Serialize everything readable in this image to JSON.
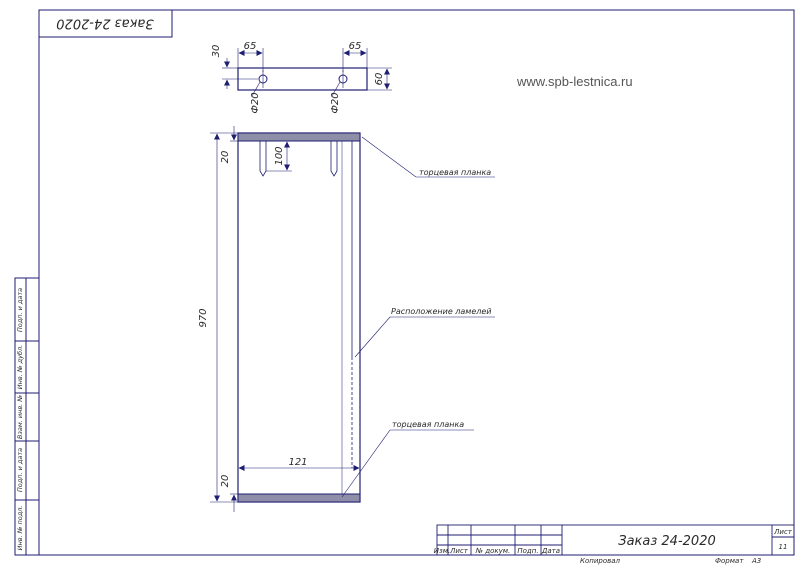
{
  "sheet": {
    "header_order": "Заказ 24-2020",
    "watermark": "www.spb-lestnica.ru",
    "colors": {
      "line": "#1e1e72",
      "fill": "#8e8ea8",
      "text": "#2a2a2a",
      "url": "#555555"
    }
  },
  "top_view": {
    "dim_left_65": "65",
    "dim_right_65": "65",
    "dim_30": "30",
    "dim_60": "60",
    "hole_left": "Ф20",
    "hole_right": "Ф20"
  },
  "front_view": {
    "dim_height": "970",
    "dim_top_20": "20",
    "dim_bottom_20": "20",
    "dim_100": "100",
    "dim_width": "121",
    "label_top_plank": "торцевая планка",
    "label_lamella": "Расположение ламелей",
    "label_bottom_plank": "торцевая планка"
  },
  "title_block": {
    "order": "Заказ 24-2020",
    "cols": [
      "Изм.",
      "Лист",
      "№ докум.",
      "Подп.",
      "Дата"
    ],
    "sheet_label": "Лист",
    "sheet_number": "11",
    "copied": "Копировал",
    "format": "Формат",
    "format_value": "А3"
  },
  "side_strip": {
    "labels": [
      "Подп. и дата",
      "Инв. № дубл.",
      "Взам. инв. №",
      "Подп. и дата",
      "Инв. № подл."
    ]
  }
}
